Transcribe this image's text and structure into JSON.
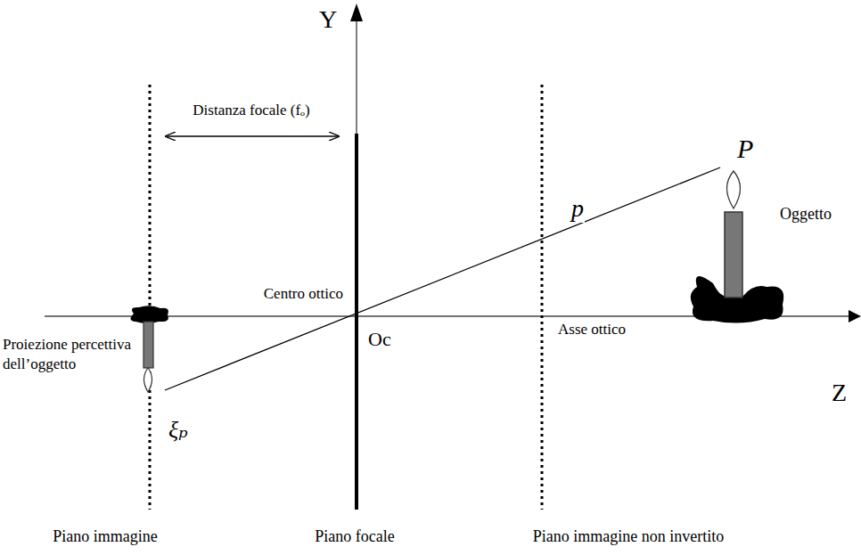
{
  "diagram": {
    "labels": [
      "Y",
      "Distanza focale (fₒ)",
      "P",
      "Oggetto",
      "p",
      "Centro ottico",
      "Asse ottico",
      "Oc",
      "Z",
      "Proiezione percettiva dell’oggetto",
      "ξₚ",
      "Piano immagine",
      "Piano focale",
      "Piano immagine non invertito"
    ]
  }
}
